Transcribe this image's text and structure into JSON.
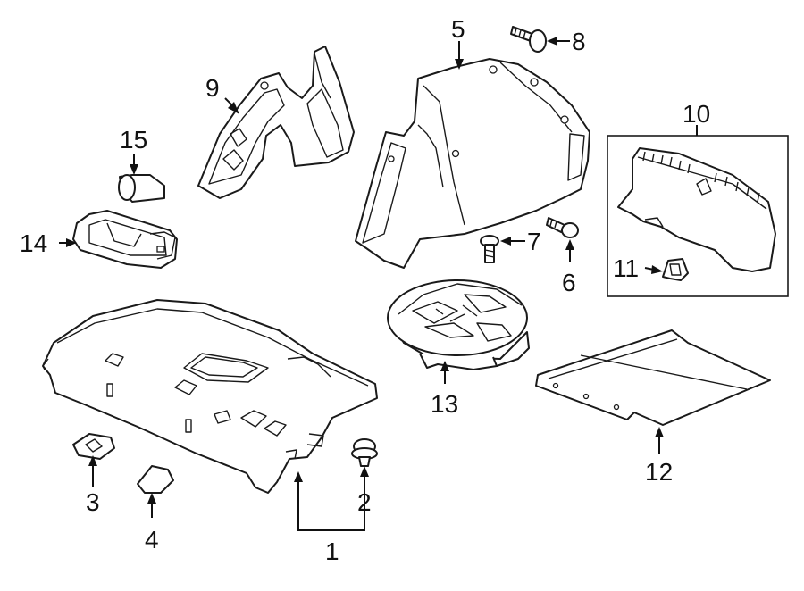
{
  "callouts": {
    "c1": "1",
    "c2": "2",
    "c3": "3",
    "c4": "4",
    "c5": "5",
    "c6": "6",
    "c7": "7",
    "c8": "8",
    "c9": "9",
    "c10": "10",
    "c11": "11",
    "c12": "12",
    "c13": "13",
    "c14": "14",
    "c15": "15"
  },
  "colors": {
    "line": "#1a1a1a",
    "fill": "#ffffff"
  }
}
